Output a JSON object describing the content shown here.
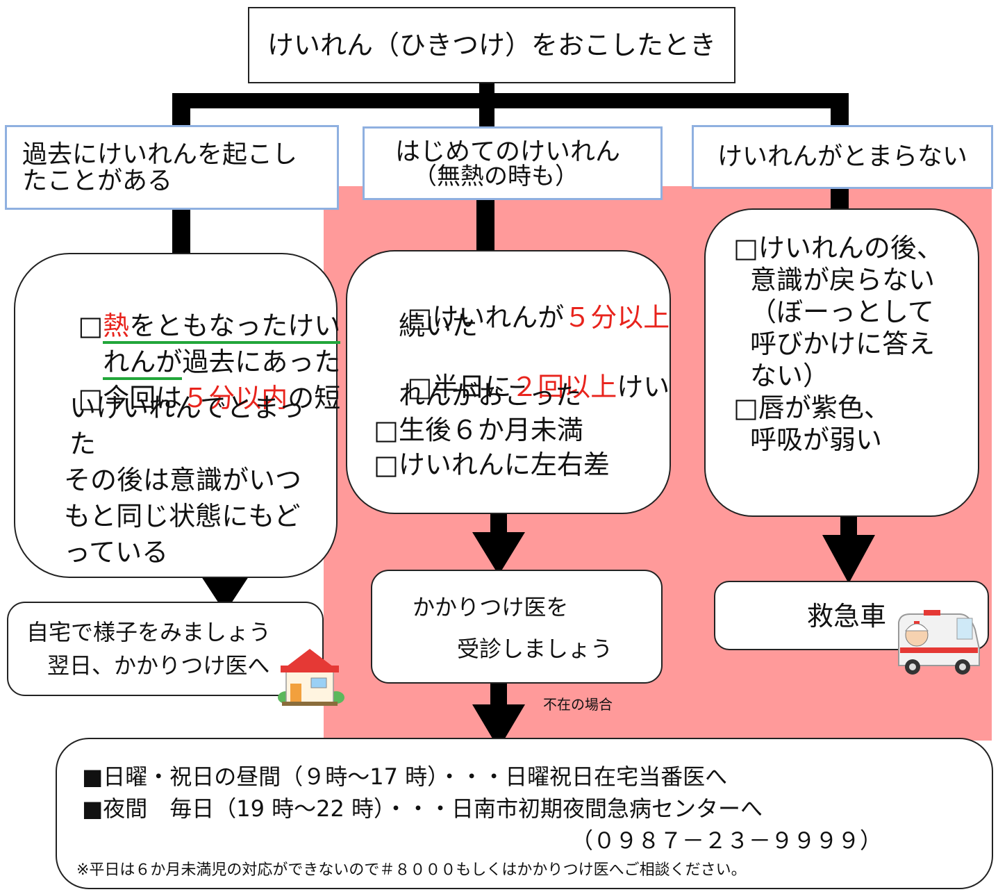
{
  "title": "けいれん（ひきつけ）をおこしたとき",
  "categories": {
    "left": {
      "line1": "過去にけいれんを起こし",
      "line2": "たことがある"
    },
    "middle": {
      "line1": "はじめてのけいれん",
      "line2": "（無熱の時も）"
    },
    "right": {
      "label": "けいれんがとまらない"
    }
  },
  "left_card": {
    "l1_box": "□",
    "l1_red": "熱",
    "l1_rest": "をともなったけい",
    "l2_green": "れんが",
    "l2_rest": "過去にあった",
    "l3_pre": "□今回は",
    "l3_red": "５分以内",
    "l3_post": "の短",
    "l4": "いけいれんでとまっ",
    "l5": "た",
    "l6": "その後は意識がいつ",
    "l7": "もと同じ状態にもど",
    "l8": "っている"
  },
  "middle_card": {
    "l1_pre": "□けいれんが",
    "l1_red": "５分以上",
    "l2": "続いた",
    "l3_pre": "□半日に",
    "l3_red": "２回以上",
    "l3_post": "けい",
    "l4": "れんがおこった",
    "l5": "□生後６か月未満",
    "l6": "□けいれんに左右差"
  },
  "right_card": {
    "l1": "□けいれんの後、",
    "l2": "意識が戻らない",
    "l3": "（ぼーっとして",
    "l4": "呼びかけに答え",
    "l5": "ない）",
    "l6": "□唇が紫色、",
    "l7": "呼吸が弱い"
  },
  "outcomes": {
    "left": {
      "line1": "自宅で様子をみましょう",
      "line2": "翌日、かかりつけ医へ"
    },
    "middle": {
      "line1": "かかりつけ医を",
      "line2": "受診しましょう"
    },
    "right": {
      "label": "救急車"
    }
  },
  "absent_label": "不在の場合",
  "bottom": {
    "line1": "■日曜・祝日の昼間（９時～17 時）・・・日曜祝日在宅当番医へ",
    "line2": "■夜間　毎日（19 時～22 時）・・・日南市初期夜間急病センターへ",
    "phone": "（０９８７－２３－９９９９）",
    "note": "※平日は６か月未満児の対応ができないので＃８０００もしくはかかりつけ医へご相談ください。"
  },
  "colors": {
    "pink_bg": "#ff9a9a",
    "red_text": "#e8231c",
    "green_underline": "#22a63a",
    "blue_border": "#8fb0e0"
  }
}
